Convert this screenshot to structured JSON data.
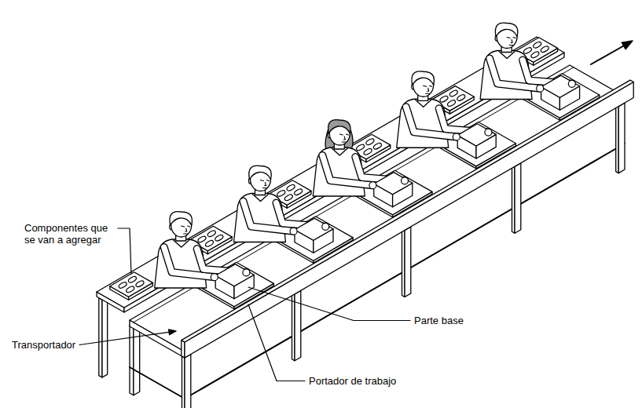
{
  "diagram": {
    "labels": [
      "Componentes que se van a agregar",
      "Parte base",
      "Transportador",
      "Portador de trabajo"
    ]
  }
}
